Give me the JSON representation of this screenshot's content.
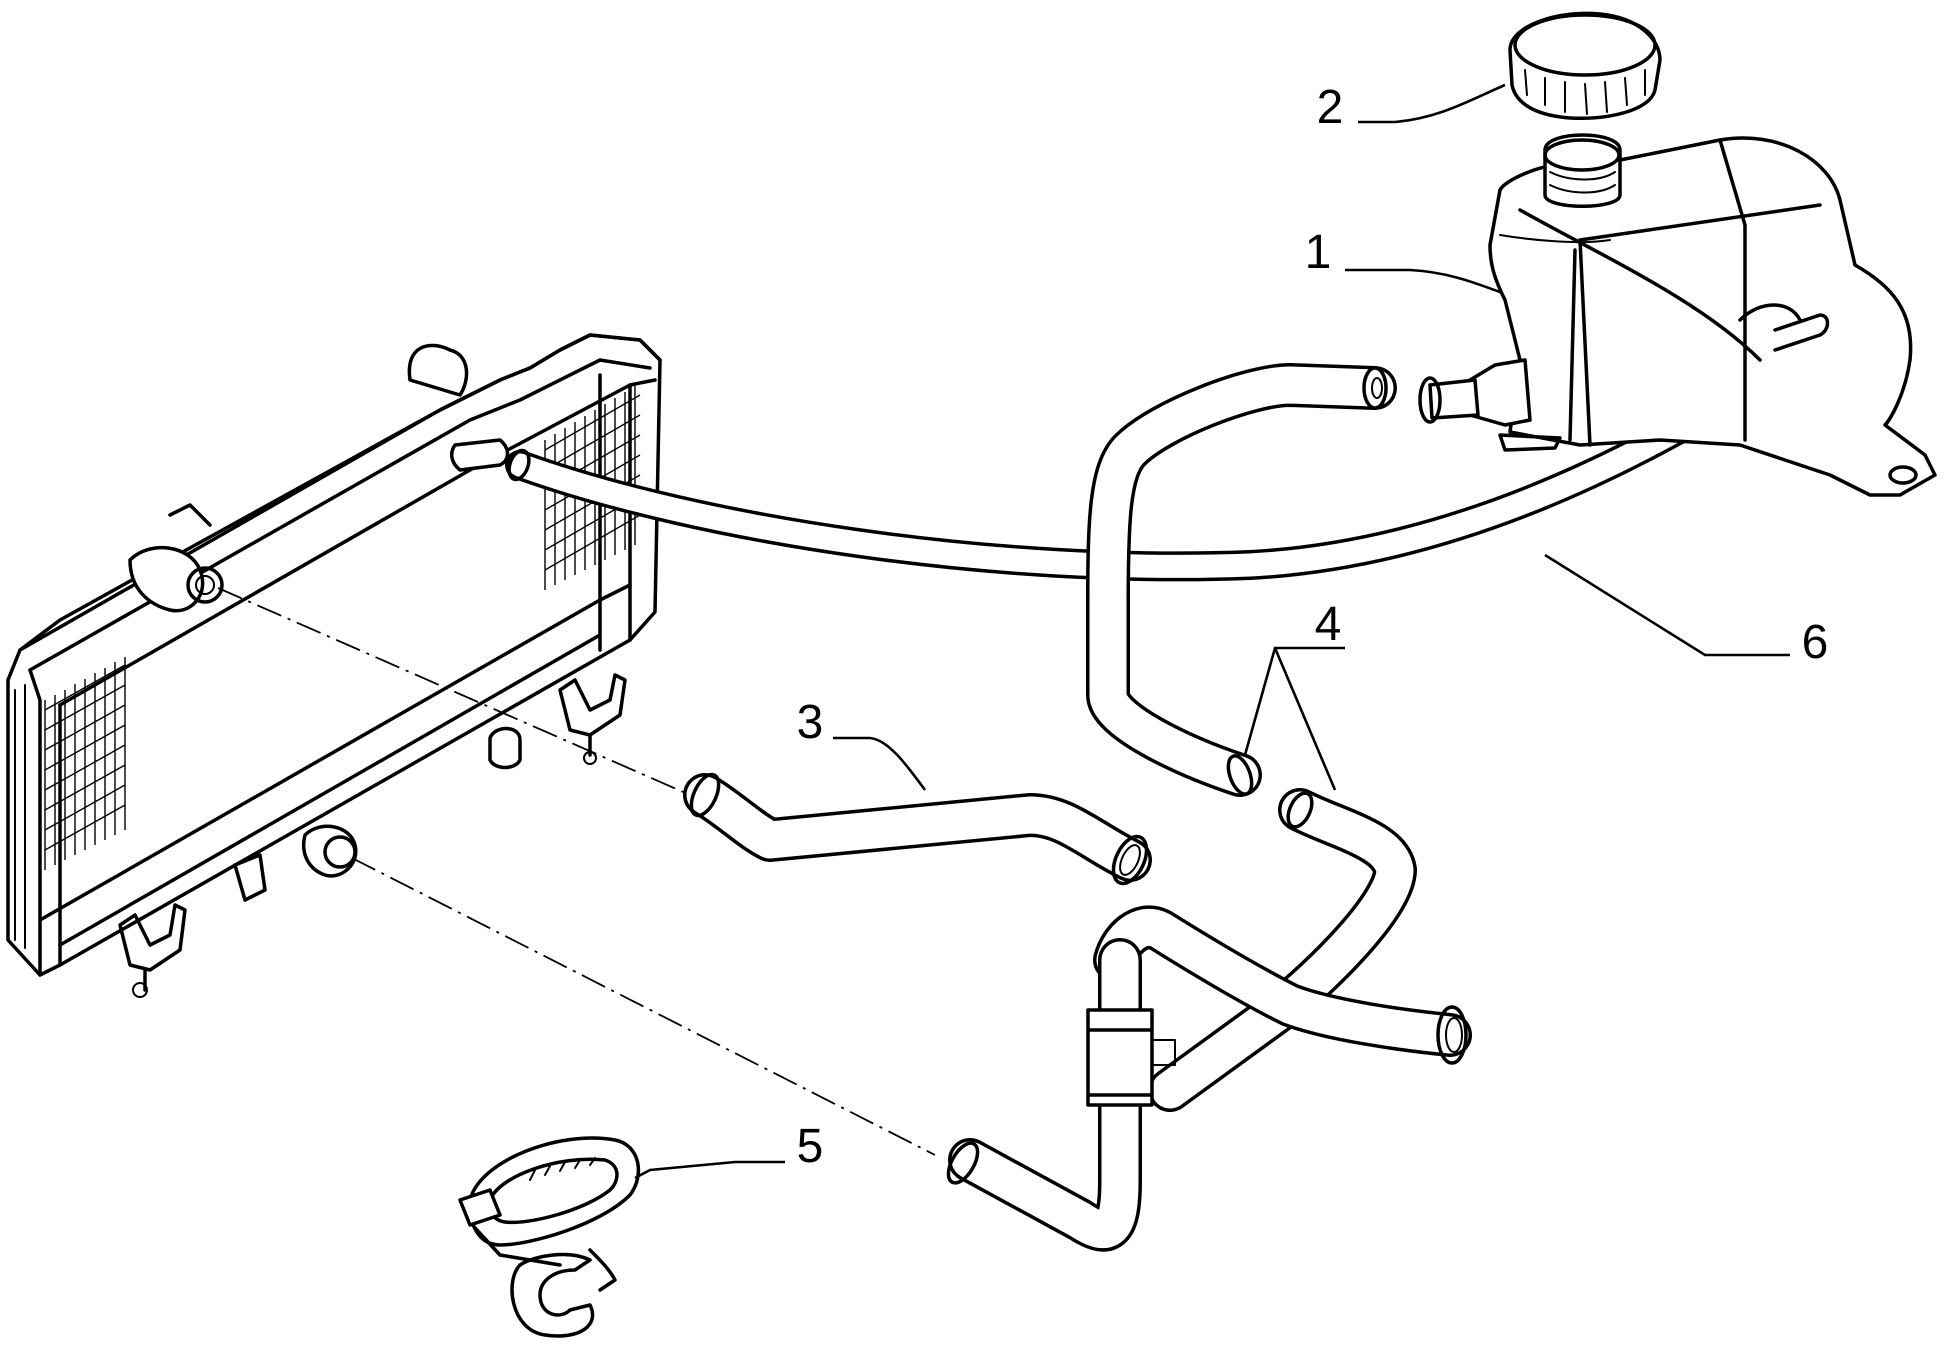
{
  "diagram": {
    "parts": [
      {
        "id": "expansion-tank",
        "label": "1"
      },
      {
        "id": "filler-cap",
        "label": "2"
      },
      {
        "id": "radiator-lower-hose",
        "label": "3"
      },
      {
        "id": "heater-hose-assembly",
        "label": "4"
      },
      {
        "id": "hose-clip",
        "label": "5"
      },
      {
        "id": "tank-bleed-hose",
        "label": "6"
      }
    ]
  }
}
